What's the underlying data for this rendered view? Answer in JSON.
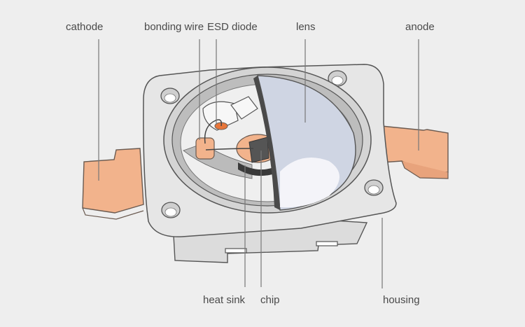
{
  "labels": {
    "cathode": "cathode",
    "bonding_wire": "bonding wire",
    "esd_diode": "ESD diode",
    "lens": "lens",
    "anode": "anode",
    "heat_sink": "heat sink",
    "chip": "chip",
    "housing": "housing"
  },
  "colors": {
    "background": "#eeeeee",
    "copper": "#f2b38c",
    "lead_edge": "#6a5a50",
    "housing": "#e6e6e6",
    "housing_edge": "#555555",
    "lens": "#cfd5e3",
    "chip_dark": "#555555",
    "leader_line": "#777777"
  },
  "icons": [
    "led-package-illustration"
  ]
}
